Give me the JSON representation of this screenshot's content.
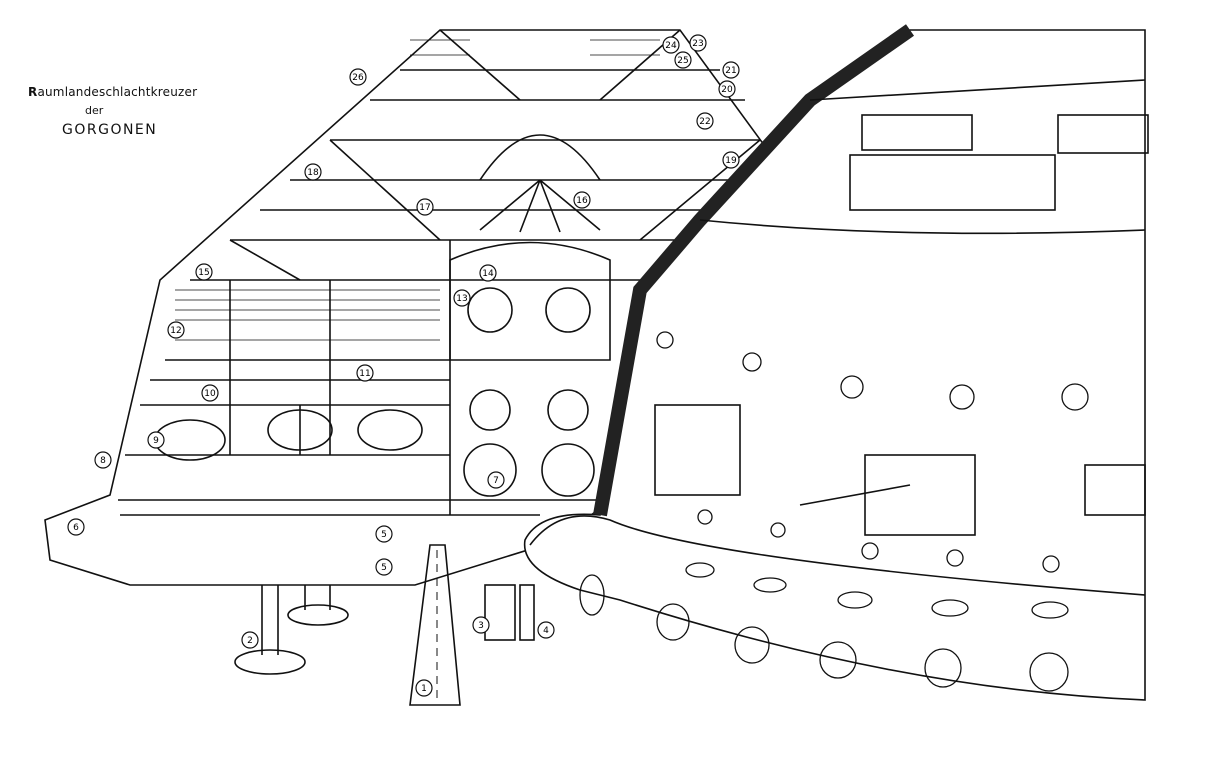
{
  "title": {
    "line1_initial": "R",
    "line1_rest": "aumlandeschlachtkreuzer",
    "line2": "der",
    "line3": "GORGONEN"
  },
  "callouts": [
    "1",
    "2",
    "3",
    "4",
    "5",
    "5",
    "6",
    "7",
    "8",
    "9",
    "10",
    "11",
    "12",
    "13",
    "14",
    "15",
    "16",
    "17",
    "18",
    "19",
    "20",
    "21",
    "22",
    "23",
    "24",
    "25",
    "26"
  ],
  "colors": {
    "ink": "#111111",
    "paper": "#ffffff"
  }
}
